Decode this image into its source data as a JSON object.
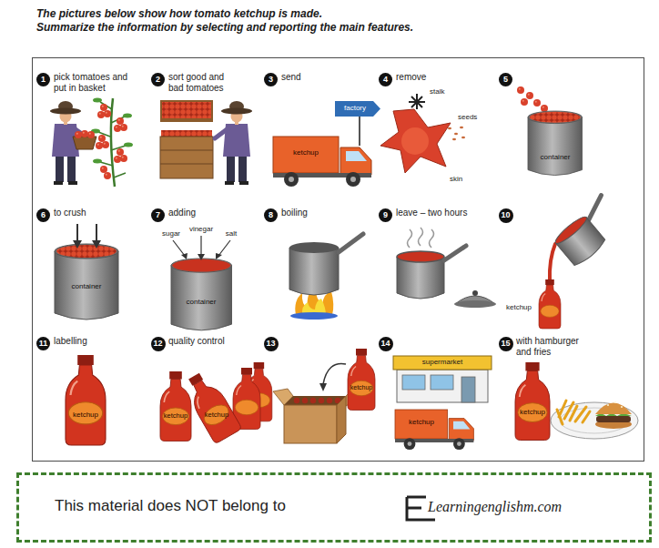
{
  "diagram": {
    "title": "The pictures below show how tomato ketchup is made.",
    "nodes": [
      {
        "text": [
          "1"
        ]
      },
      {
        "text": [
          "2"
        ]
      },
      {
        "text": [
          "3"
        ]
      },
      {
        "text": [
          "4"
        ]
      },
      {
        "text": [
          "5"
        ]
      },
      {
        "text": [
          "6"
        ]
      },
      {
        "text": [
          "7"
        ]
      },
      {
        "text": [
          "8"
        ]
      },
      {
        "text": [
          "9"
        ]
      },
      {
        "text": [
          "10"
        ]
      },
      {
        "text": [
          "11"
        ]
      },
      {
        "text": [
          "12"
        ]
      },
      {
        "text": [
          "13"
        ]
      },
      {
        "text": [
          "14"
        ]
      },
      {
        "text": [
          "15"
        ]
      },
      {
        "text": [
          "This material does NOT belong to",
          "Learningenglishm.com"
        ]
      }
    ],
    "labels": [
      "Summarize the information by selecting and reporting the main features.",
      "pick tomatoes and put in basket",
      "sort good and bad tomatoes",
      "send",
      "factory",
      "ketchup",
      "remove",
      "stalk",
      "seeds",
      "skin",
      "container",
      "to crush",
      "container",
      "adding",
      "sugar",
      "vinegar",
      "salt",
      "container",
      "boiling",
      "leave – two hours",
      "ketchup",
      "labelling",
      "ketchup",
      "quality control",
      "ketchup",
      "ketchup",
      "ketchup",
      "supermarket",
      "ketchup",
      "with hamburger and fries",
      "ketchup"
    ]
  }
}
